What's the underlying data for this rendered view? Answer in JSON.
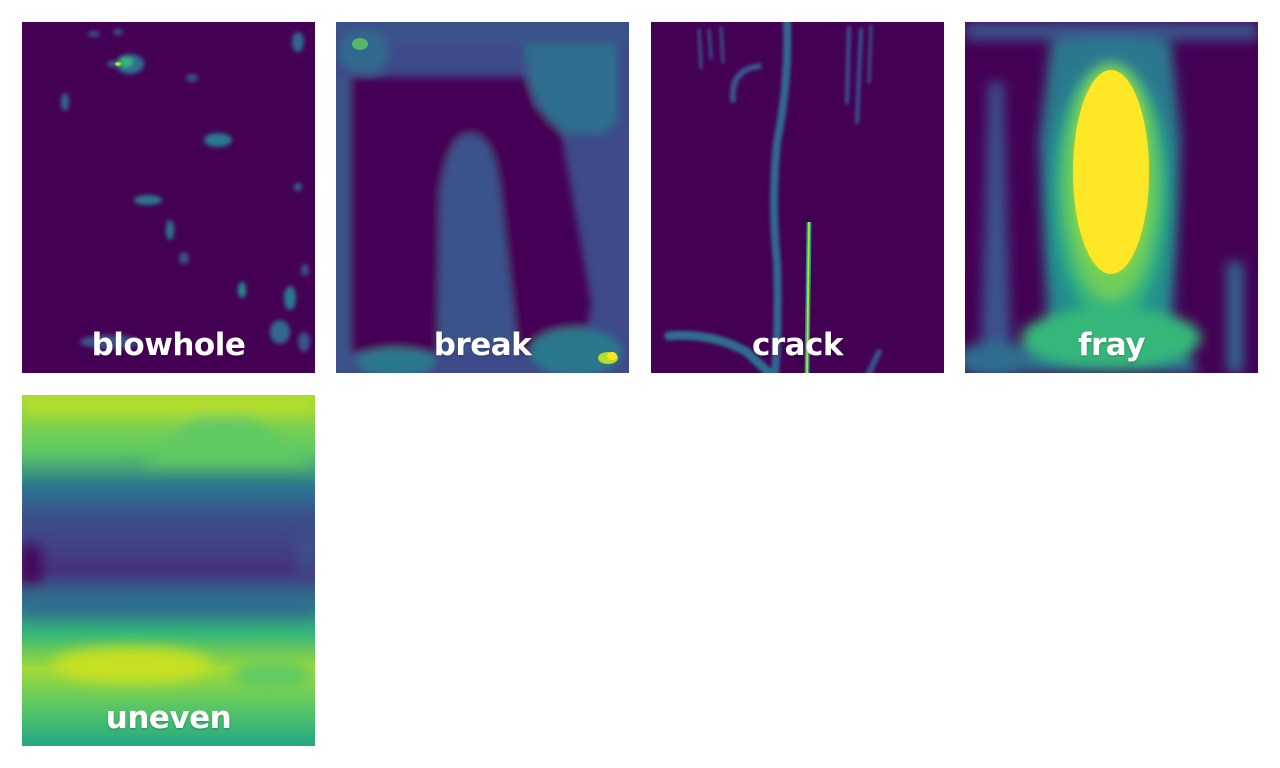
{
  "tiles": [
    {
      "label": "blowhole"
    },
    {
      "label": "break"
    },
    {
      "label": "crack"
    },
    {
      "label": "fray"
    },
    {
      "label": "uneven"
    }
  ]
}
